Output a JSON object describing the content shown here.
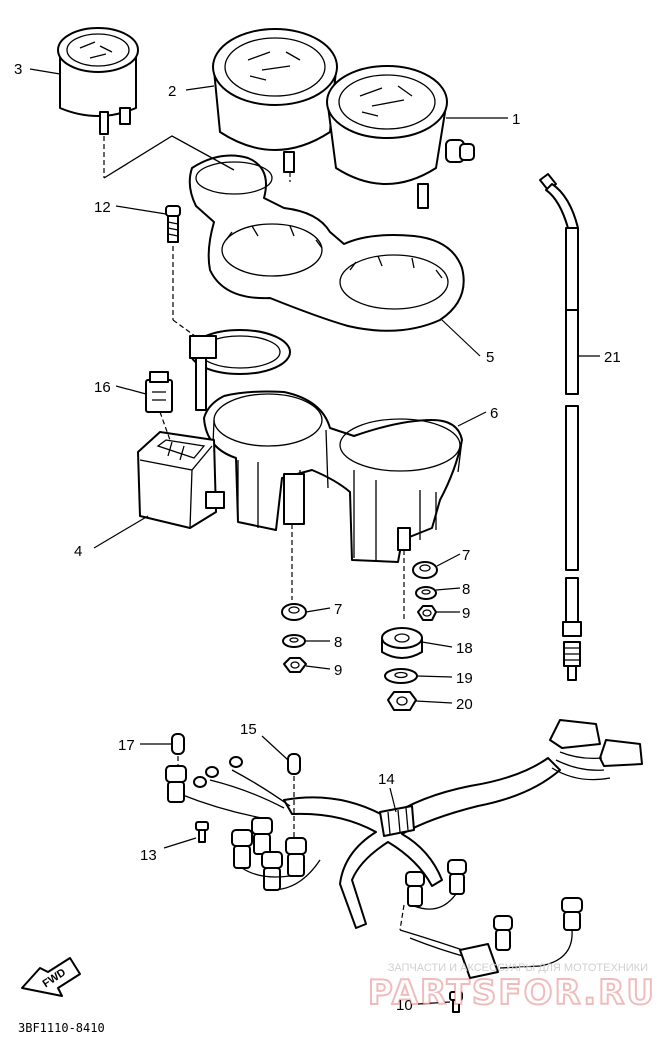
{
  "diagram": {
    "callouts": [
      {
        "id": "c1",
        "text": "1"
      },
      {
        "id": "c2",
        "text": "2"
      },
      {
        "id": "c3",
        "text": "3"
      },
      {
        "id": "c4",
        "text": "4"
      },
      {
        "id": "c5",
        "text": "5"
      },
      {
        "id": "c6",
        "text": "6"
      },
      {
        "id": "c7a",
        "text": "7"
      },
      {
        "id": "c8a",
        "text": "8"
      },
      {
        "id": "c9a",
        "text": "9"
      },
      {
        "id": "c7b",
        "text": "7"
      },
      {
        "id": "c8b",
        "text": "8"
      },
      {
        "id": "c9b",
        "text": "9"
      },
      {
        "id": "c10",
        "text": "10"
      },
      {
        "id": "c12",
        "text": "12"
      },
      {
        "id": "c13",
        "text": "13"
      },
      {
        "id": "c14",
        "text": "14"
      },
      {
        "id": "c15",
        "text": "15"
      },
      {
        "id": "c16",
        "text": "16"
      },
      {
        "id": "c17",
        "text": "17"
      },
      {
        "id": "c18",
        "text": "18"
      },
      {
        "id": "c19",
        "text": "19"
      },
      {
        "id": "c20",
        "text": "20"
      },
      {
        "id": "c21",
        "text": "21"
      }
    ],
    "drawing_code": "3BF1110-8410",
    "forward_label": "FWD"
  },
  "watermark": {
    "tagline": "ЗАПЧАСТИ И АКСЕССУАРЫ ДЛЯ МОТОТЕХНИКИ",
    "brand": "PARTSFOR.RU",
    "brand_color": "#cc1f1f"
  }
}
